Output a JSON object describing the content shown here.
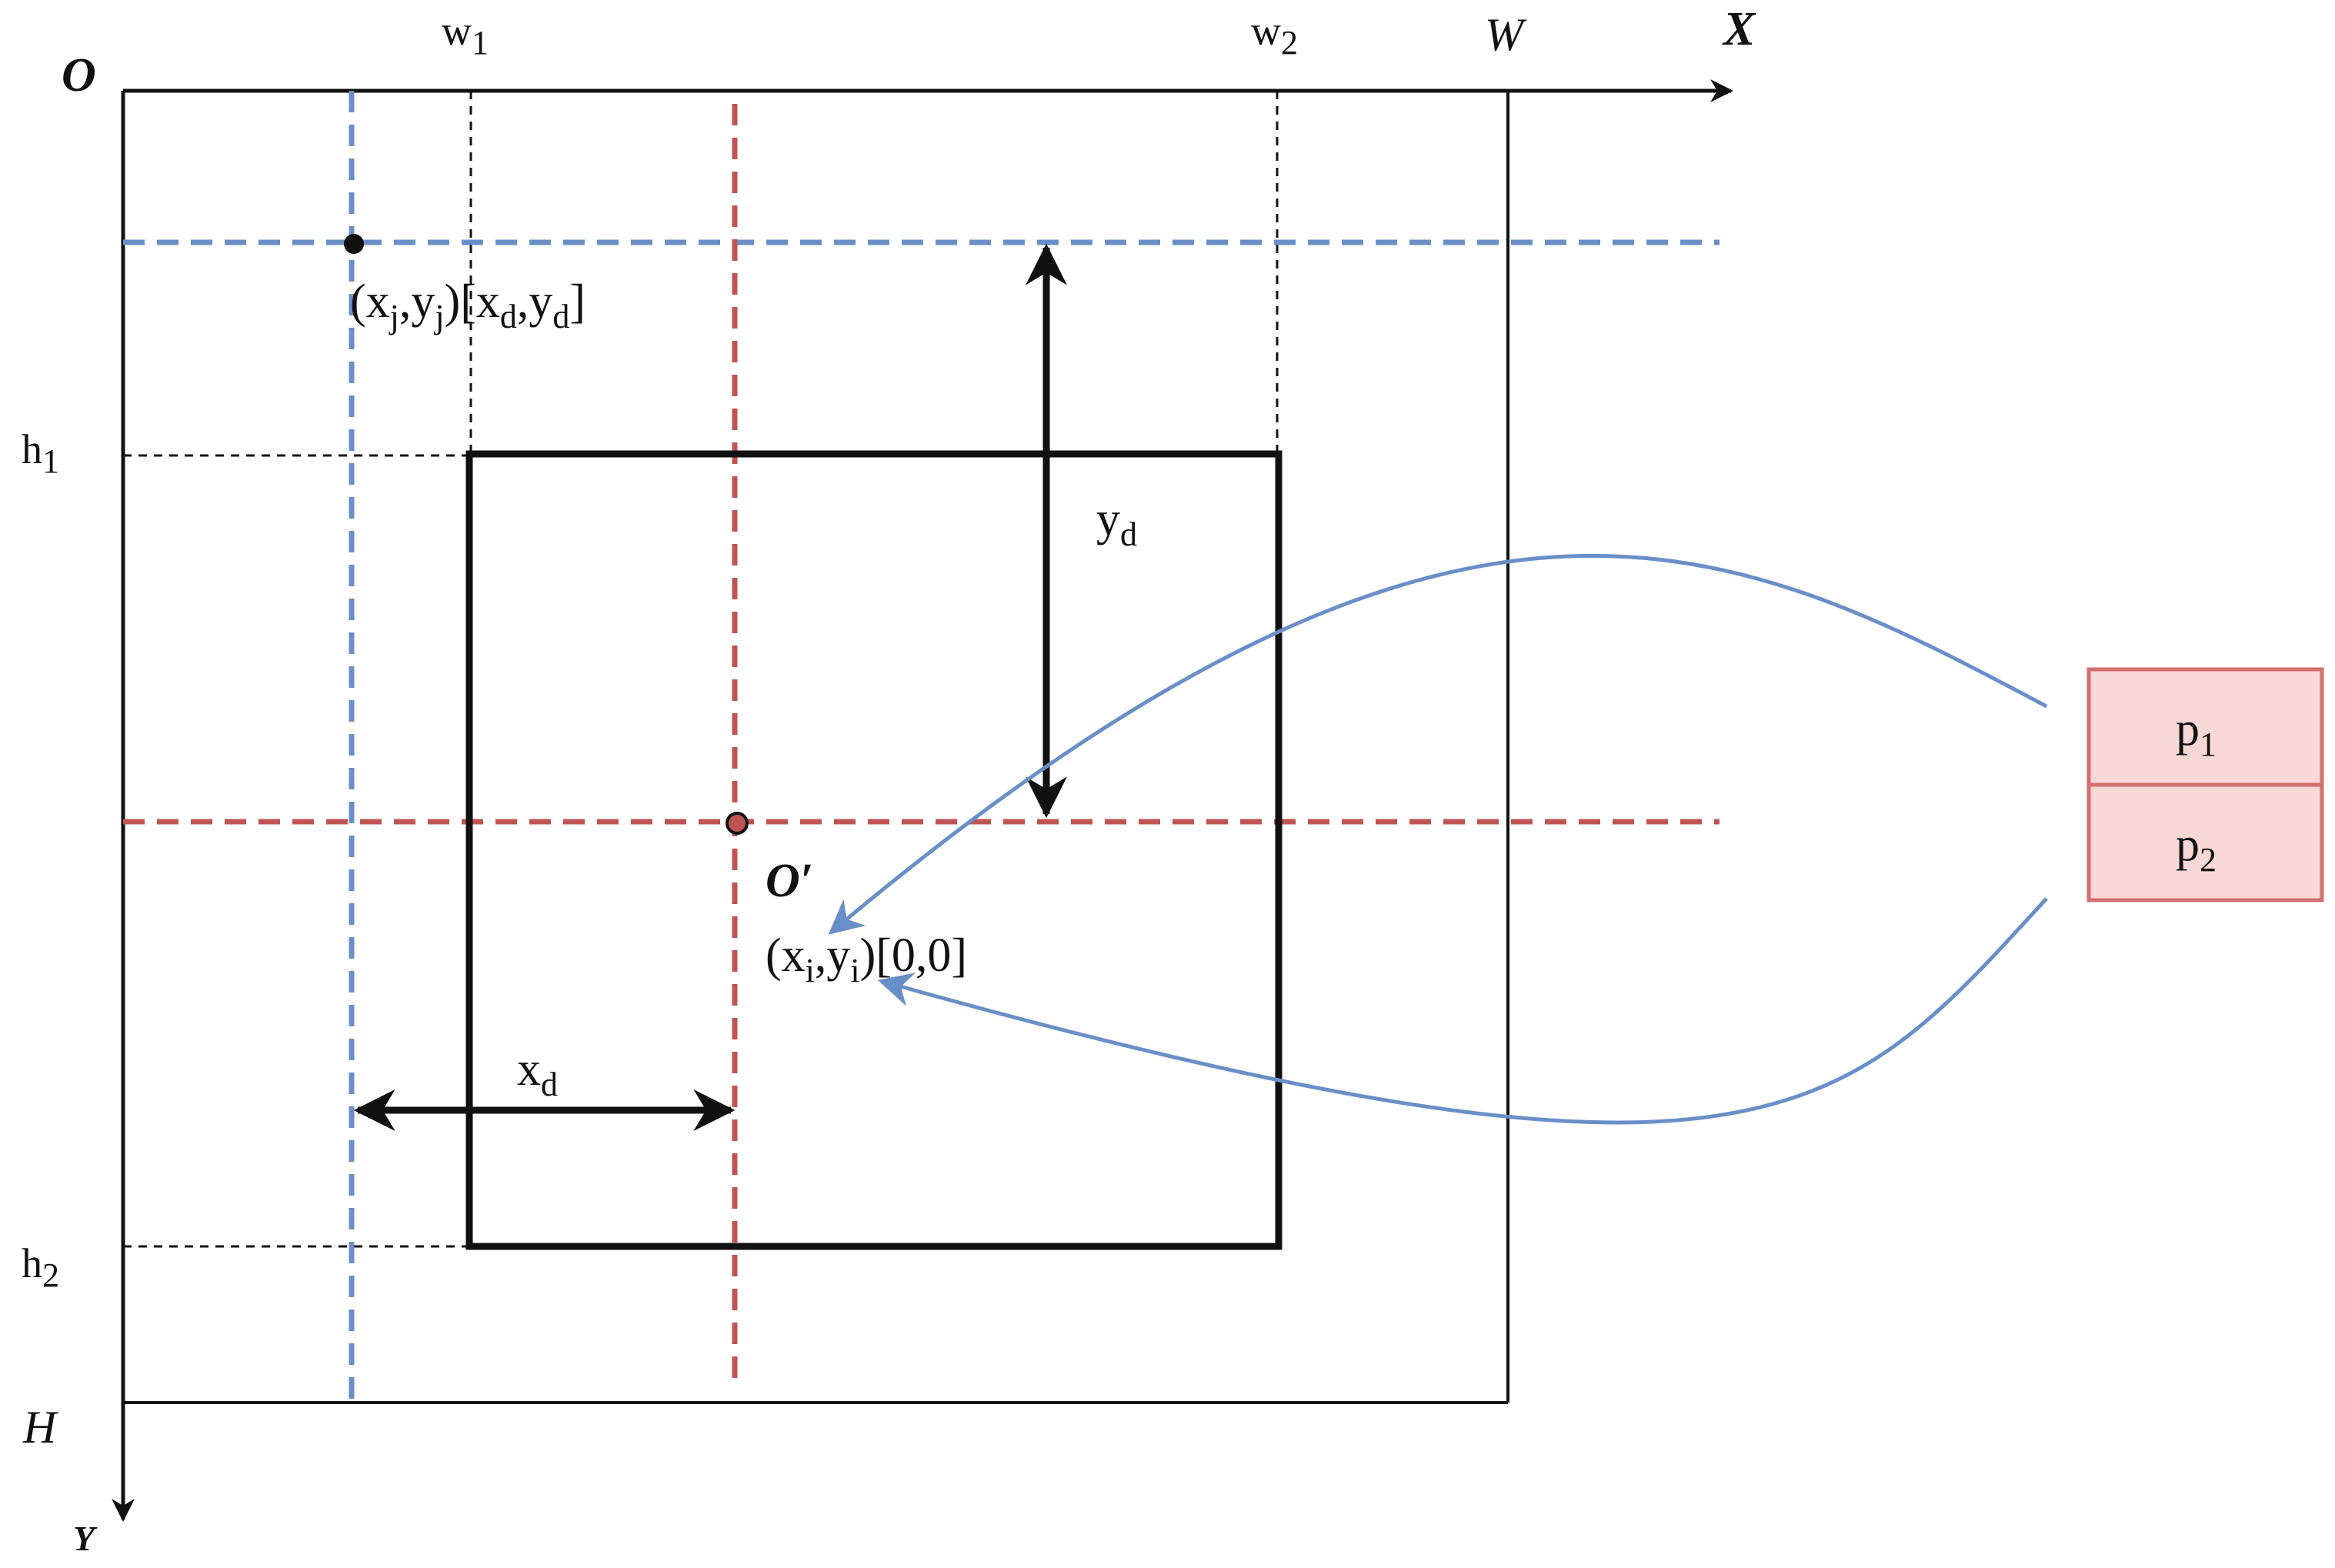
{
  "labels": {
    "origin": "O",
    "x_axis": "X",
    "y_axis": "Y",
    "width": "W",
    "height": "H",
    "w1": "w",
    "w1_sub": "1",
    "w2": "w",
    "w2_sub": "2",
    "h1": "h",
    "h1_sub": "1",
    "h2": "h",
    "h2_sub": "2",
    "new_origin": "O′",
    "xd": "x",
    "xd_sub": "d",
    "yd": "y",
    "yd_sub": "d"
  },
  "point_j": {
    "open_x": "(x",
    "sub_j1": "j",
    "comma_y": ",y",
    "sub_j2": "j",
    "close_bracket": ")[x",
    "sub_d1": "d",
    "comma_y2": ",y",
    "sub_d2": "d",
    "end": "]"
  },
  "point_i": {
    "open_x": "(x",
    "sub_i1": "i",
    "comma_y": ",y",
    "sub_i2": "i",
    "rest": ")[0,0]"
  },
  "param_box": {
    "p1": "p",
    "p1_sub": "1",
    "p2": "p",
    "p2_sub": "2"
  },
  "colors": {
    "blue": "#6a8fc8",
    "red": "#c05454",
    "box_fill": "#f8d7d7",
    "box_stroke": "#d26f6f",
    "black": "#111111"
  }
}
